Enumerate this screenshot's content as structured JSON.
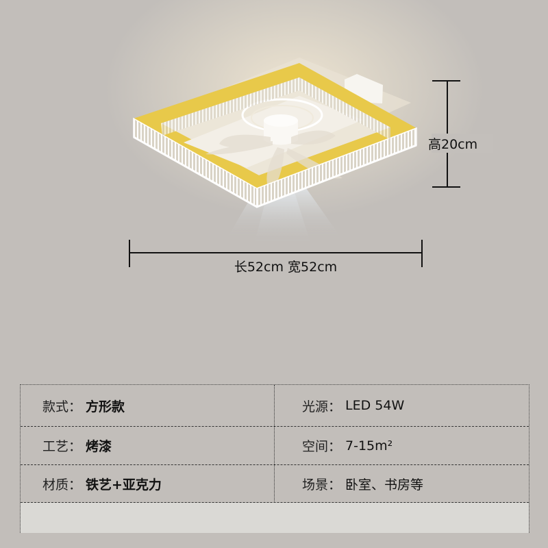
{
  "product": {
    "dimensions": {
      "height_label": "高20cm",
      "width_length_label": "长52cm 宽52cm"
    },
    "colors": {
      "background": "#c2beba",
      "frame_gold": "#e8c94a",
      "frame_white": "#fbfaf6",
      "table_last_row": "#dad9d5"
    }
  },
  "specs": {
    "rows": [
      {
        "left": {
          "key": "款式：",
          "value": "方形款"
        },
        "right": {
          "key": "光源：",
          "value": "LED 54W"
        }
      },
      {
        "left": {
          "key": "工艺：",
          "value": "烤漆"
        },
        "right": {
          "key": "空间：",
          "value": "7-15m²"
        }
      },
      {
        "left": {
          "key": "材质：",
          "value": "铁艺+亚克力"
        },
        "right": {
          "key": "场景：",
          "value": "卧室、书房等"
        }
      }
    ]
  }
}
